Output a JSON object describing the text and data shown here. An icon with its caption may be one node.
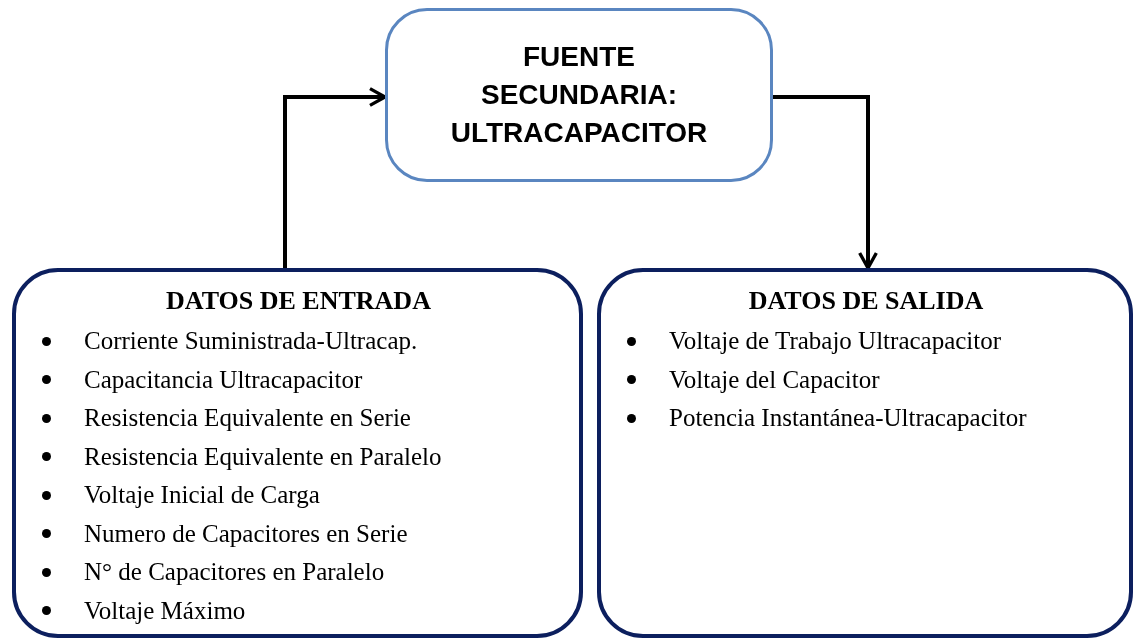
{
  "diagram": {
    "nodes": [
      {
        "text": [
          "FUENTE SECUNDARIA: ULTRACAPACITOR"
        ]
      },
      {
        "text": [
          "DATOS DE ENTRADA",
          "Corriente Suministrada-Ultracap.",
          "Capacitancia Ultracapacitor",
          "Resistencia Equivalente en Serie",
          "Resistencia Equivalente en Paralelo",
          "Voltaje Inicial de Carga",
          "Numero de Capacitores en Serie",
          "N° de Capacitores en Paralelo",
          "Voltaje Máximo"
        ]
      },
      {
        "text": [
          "DATOS DE SALIDA",
          "Voltaje de Trabajo Ultracapacitor",
          "Voltaje del Capacitor",
          "Potencia Instantánea-Ultracapacitor"
        ]
      }
    ],
    "edges": [
      {
        "from": 1,
        "to": 0,
        "arrow": "to"
      },
      {
        "from": 0,
        "to": 2,
        "arrow": "to"
      }
    ]
  }
}
